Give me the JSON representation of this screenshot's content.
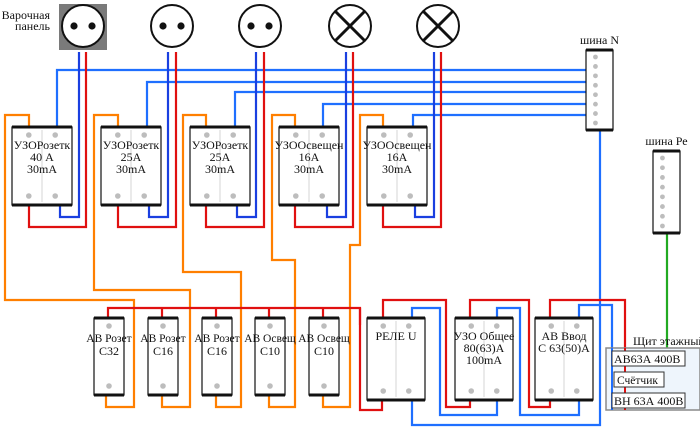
{
  "title": "Схема подключения квартирного щита",
  "colors": {
    "phase": "#e01010",
    "neutral_feed": "#1a3fe0",
    "neutral_bus": "#1f6fff",
    "load_out": "#ff7f00",
    "earth": "#22aa22",
    "device_border": "#111111",
    "terminal": "#bdbdbd",
    "panel_fill": "#eef5fc"
  },
  "loads": [
    {
      "type": "socket",
      "label_line1": "Варочная",
      "label_line2": "панель",
      "icon": "socket-icon",
      "highlighted": true
    },
    {
      "type": "socket",
      "icon": "socket-icon"
    },
    {
      "type": "socket",
      "icon": "socket-icon"
    },
    {
      "type": "lamp",
      "icon": "lamp-icon"
    },
    {
      "type": "lamp",
      "icon": "lamp-icon"
    }
  ],
  "rcds": [
    {
      "line1": "УЗОРозетк",
      "line2": "40 А",
      "line3": "30mA"
    },
    {
      "line1": "УЗОРозетк",
      "line2": "25A",
      "line3": "30mA"
    },
    {
      "line1": "УЗОРозетк",
      "line2": "25A",
      "line3": "30mA"
    },
    {
      "line1": "УЗООсвещен",
      "line2": "16A",
      "line3": "30mA"
    },
    {
      "line1": "УЗООсвещен",
      "line2": "16A",
      "line3": "30mA"
    }
  ],
  "breakers": [
    {
      "line1": "АВ Розет",
      "line2": "С32"
    },
    {
      "line1": "АВ Розет",
      "line2": "С16"
    },
    {
      "line1": "АВ Розет",
      "line2": "С16"
    },
    {
      "line1": "АВ Освещ",
      "line2": "С10"
    },
    {
      "line1": "АВ Освещ",
      "line2": "С10"
    }
  ],
  "main_devices": [
    {
      "line1": "РЕЛЕ U",
      "line2": "",
      "line3": ""
    },
    {
      "line1": "УЗО Общее",
      "line2": "80(63)А",
      "line3": "100mA"
    },
    {
      "line1": "АВ Ввод",
      "line2": "С 63(50)А",
      "line3": ""
    }
  ],
  "buses": {
    "neutral": {
      "label": "шина N",
      "terminals": 8
    },
    "earth": {
      "label": "шина Ре",
      "terminals": 8
    }
  },
  "floor_panel": {
    "label": "Щит этажный",
    "items": [
      "АВ63А 400В",
      "Счётчик",
      "ВН 63А 400В"
    ]
  }
}
